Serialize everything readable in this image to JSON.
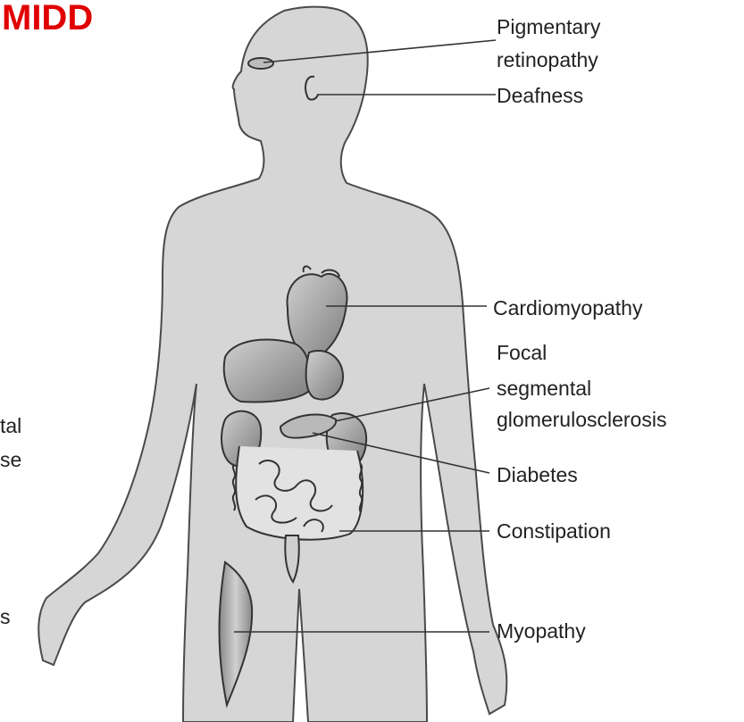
{
  "title": "MIDD",
  "colors": {
    "title": "#e00000",
    "body_fill": "#d6d6d6",
    "body_stroke": "#4a4a4a",
    "organ_fill": "#9a9a9a"
  },
  "labels": {
    "pigmentary_1": "Pigmentary",
    "pigmentary_2": "retinopathy",
    "deafness": "Deafness",
    "cardiomyopathy": "Cardiomyopathy",
    "fsgs_1": "Focal",
    "fsgs_2": "segmental",
    "fsgs_3": "glomerulosclerosis",
    "diabetes": "Diabetes",
    "constipation": "Constipation",
    "myopathy": "Myopathy"
  },
  "cropped_left": {
    "line1": "tal",
    "line2": "se",
    "line3": "s"
  }
}
